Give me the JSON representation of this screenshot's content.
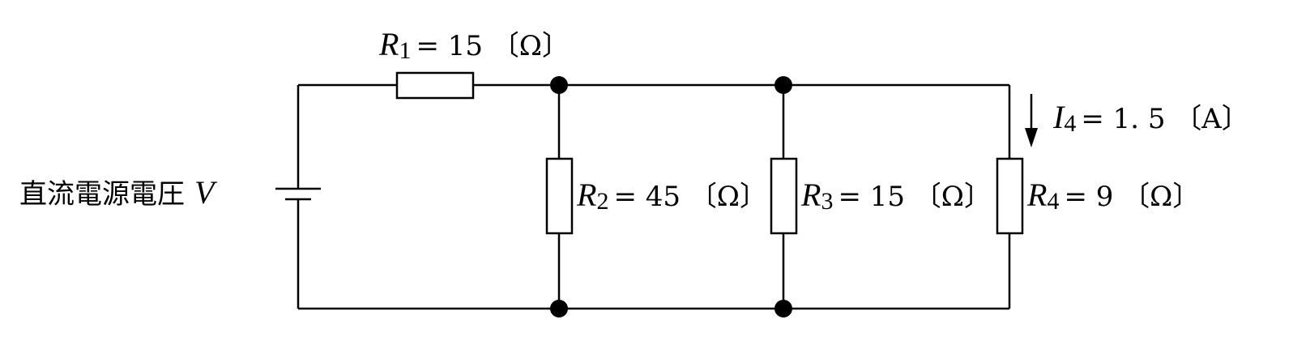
{
  "circuit": {
    "source": {
      "text": "直流電源電圧",
      "symbol": "V"
    },
    "r1": {
      "symbol": "R",
      "sub": "1",
      "value": "= 15 〔Ω〕"
    },
    "r2": {
      "symbol": "R",
      "sub": "2",
      "value": "= 45 〔Ω〕"
    },
    "r3": {
      "symbol": "R",
      "sub": "3",
      "value": "= 15 〔Ω〕"
    },
    "r4": {
      "symbol": "R",
      "sub": "4",
      "value": "= 9 〔Ω〕"
    },
    "i4": {
      "symbol": "I",
      "sub": "4",
      "value": "= 1. 5 〔A〕"
    }
  }
}
